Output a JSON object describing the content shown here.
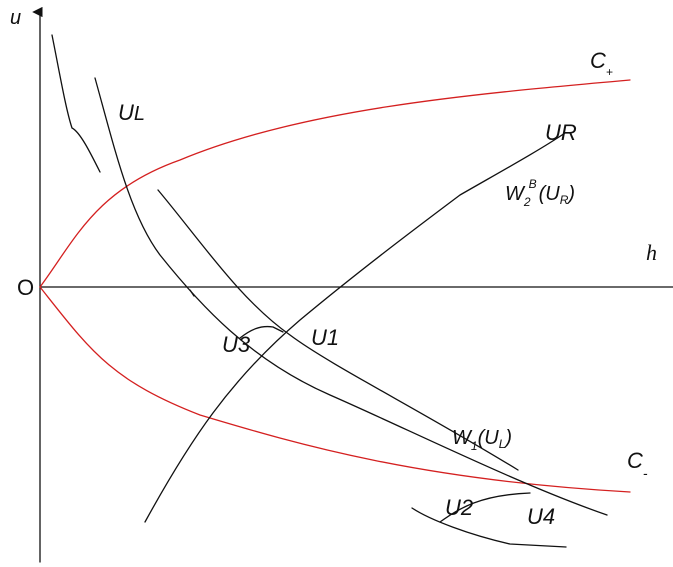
{
  "colors": {
    "curve_black": "#111111",
    "curve_red": "#d42020"
  },
  "axes": {
    "vertical": "u",
    "horizontal": "h",
    "origin": "O"
  },
  "curves": {
    "c_plus": {
      "main": "C",
      "sub": "+"
    },
    "c_minus": {
      "main": "C",
      "sub": "-"
    },
    "u_l": {
      "main": "U",
      "sub": "L"
    },
    "u_r": {
      "main": "U",
      "sub": "R"
    },
    "w2b": {
      "main": "W",
      "sub": "2",
      "sup": "B",
      "arg_open": "(U",
      "arg_sub": "R",
      "arg_close": ")"
    },
    "w1": {
      "main": "W",
      "sub": "1",
      "arg_open": "(U",
      "arg_sub": "L",
      "arg_close": ")"
    }
  },
  "states": {
    "u1": {
      "main": "U",
      "index": "1"
    },
    "u2": {
      "main": "U",
      "index": "2"
    },
    "u3": {
      "main": "U",
      "index": "3"
    },
    "u4": {
      "main": "U",
      "index": "4"
    }
  }
}
